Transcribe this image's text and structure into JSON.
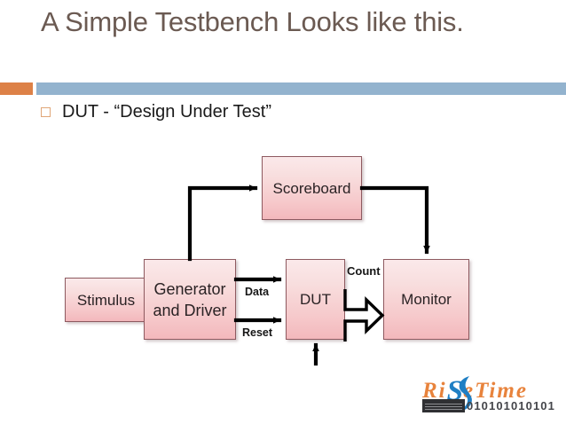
{
  "slide": {
    "title": "A Simple Testbench Looks like this.",
    "bullet": {
      "marker": "hollow-square-bullet",
      "text": "DUT - “Design Under Test”"
    },
    "colors": {
      "title_text": "#6b5a52",
      "rule_accent_orange": "#dd8147",
      "rule_bar_blue": "#93b3ce",
      "bullet_marker": "#e0a678",
      "node_fill_top": "#fbe9ea",
      "node_fill_bottom": "#f3b8bc",
      "node_border": "#8e5a60",
      "wire": "#000000",
      "logo_orange": "#e8833c",
      "logo_blue": "#1f7fc4",
      "logo_bar_dark": "#2f3033"
    }
  },
  "diagram": {
    "type": "block-diagram",
    "nodes": [
      {
        "id": "stimulus",
        "label": "Stimulus"
      },
      {
        "id": "generator",
        "label": "Generator and Driver"
      },
      {
        "id": "dut",
        "label": "DUT"
      },
      {
        "id": "monitor",
        "label": "Monitor"
      },
      {
        "id": "scoreboard",
        "label": "Scoreboard"
      }
    ],
    "edge_labels": {
      "data": "Data",
      "reset": "Reset",
      "count": "Count"
    },
    "edges": [
      {
        "from": "generator",
        "to": "scoreboard",
        "label": "",
        "style": "elbow-up-right-arrow"
      },
      {
        "from": "scoreboard",
        "to": "monitor",
        "label": "",
        "style": "elbow-right-down-arrow"
      },
      {
        "from": "generator",
        "to": "dut",
        "label": "Data",
        "style": "straight-arrow"
      },
      {
        "from": "generator",
        "to": "dut",
        "label": "Reset",
        "style": "straight-arrow"
      },
      {
        "from": "dut",
        "to": "monitor",
        "label": "Count",
        "style": "block-arrow"
      },
      {
        "from": "",
        "to": "dut",
        "label": "",
        "style": "arrow-up-into-bottom"
      }
    ]
  },
  "logo": {
    "word_ri": "Ri",
    "word_s": "S",
    "word_etime": "eTime",
    "binary": "010101010101",
    "bar": "striped-bar-icon",
    "swoosh": "blue-swoosh-icon"
  }
}
